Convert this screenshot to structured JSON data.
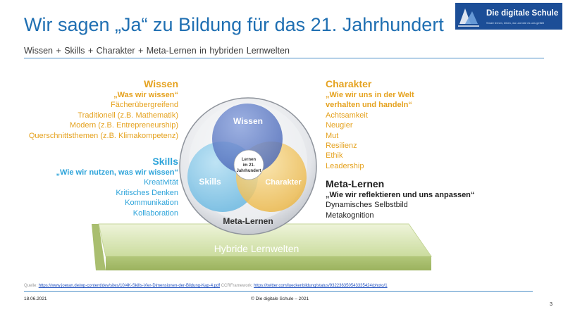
{
  "header": {
    "title": "Wir sagen „Ja“ zu Bildung für das 21. Jahrhundert",
    "subtitle": "Wissen + Skills + Charakter + Meta-Lernen in hybriden Lernwelten"
  },
  "logo": {
    "name": "Die digitale Schule",
    "tagline": "Smart lernen, leben, wo und wie es uns gefällt"
  },
  "wissen": {
    "heading": "Wissen",
    "quote": "„Was wir wissen“",
    "items": [
      "Fächerübergreifend",
      "Traditionell (z.B. Mathematik)",
      "Modern (z.B. Entrepreneurship)",
      "Querschnittsthemen (z.B. Klimakompetenz)"
    ]
  },
  "skills": {
    "heading": "Skills",
    "quote": "„Wie wir nutzen, was wir wissen“",
    "items": [
      "Kreativität",
      "Kritisches Denken",
      "Kommunikation",
      "Kollaboration"
    ]
  },
  "charakter": {
    "heading": "Charakter",
    "quote_line1": "„Wie wir uns in der Welt",
    "quote_line2": "verhalten und handeln“",
    "items": [
      "Achtsamkeit",
      "Neugier",
      "Mut",
      "Resilienz",
      "Ethik",
      "Leadership"
    ]
  },
  "meta": {
    "heading": "Meta-Lernen",
    "quote": "„Wie wir reflektieren und uns anpassen“",
    "items": [
      "Dynamisches Selbstbild",
      "Metakognition"
    ]
  },
  "diagram": {
    "circle_wissen": "Wissen",
    "circle_skills": "Skills",
    "circle_charakter": "Charakter",
    "center_line1": "Lernen",
    "center_line2": "im 21.",
    "center_line3": "Jahrhundert",
    "outer_label": "Meta-Lernen",
    "platform_label": "Hybride Lernwelten"
  },
  "source": {
    "label": "Quelle:",
    "link1": "https://www.joeran.de/wp-content/dev/sites/10/4K-Skills-Vier-Dimensionen-der-Bildung-Kap-4.pdf",
    "middle": "CCRFramework:",
    "link2": "https://twitter.com/lueckenbildung/status/932236350543335424/photo/1"
  },
  "footer": {
    "date": "18.06.2021",
    "copyright": "© Die digitale Schule – 2021",
    "page": "3"
  },
  "colors": {
    "title_blue": "#1f6fb2",
    "wissen_orange": "#e5a21f",
    "skills_blue": "#2ea4da",
    "circle_wissen": "#5a79c6",
    "circle_skills": "#7fc3e6",
    "circle_charakter": "#f1c561"
  }
}
